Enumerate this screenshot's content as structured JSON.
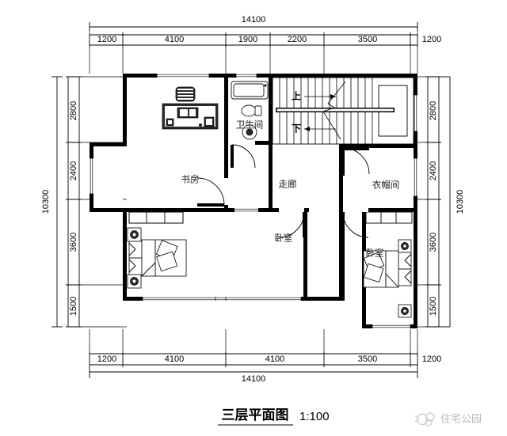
{
  "drawing": {
    "title": "三层平面图",
    "scale": "1:100",
    "watermark": "住宅公园",
    "watermark_icon": "cloud-logo-icon"
  },
  "dimensions": {
    "top": {
      "total": "14100",
      "segments": [
        "1200",
        "4100",
        "1900",
        "2200",
        "3500",
        "1200"
      ]
    },
    "bottom": {
      "total": "14100",
      "segments": [
        "1200",
        "4100",
        "4100",
        "3500",
        "1200"
      ]
    },
    "left": {
      "total": "10300",
      "segments": [
        "2800",
        "2400",
        "3600",
        "1500"
      ]
    },
    "right": {
      "total": "10300",
      "segments": [
        "2800",
        "2400",
        "3600",
        "1500"
      ]
    }
  },
  "rooms": [
    {
      "id": "study",
      "label": "书房"
    },
    {
      "id": "bathroom",
      "label": "卫生间"
    },
    {
      "id": "corridor",
      "label": "走廊"
    },
    {
      "id": "cloakroom",
      "label": "衣帽间"
    },
    {
      "id": "bedroom-left",
      "label": "卧室"
    },
    {
      "id": "bedroom-right",
      "label": "卧室"
    }
  ],
  "stairs": {
    "up_label": "上",
    "down_label": "下"
  },
  "colors": {
    "wall": "#000000",
    "background": "#ffffff",
    "text": "#1a1a1a",
    "watermark": "#b9b9b9"
  }
}
